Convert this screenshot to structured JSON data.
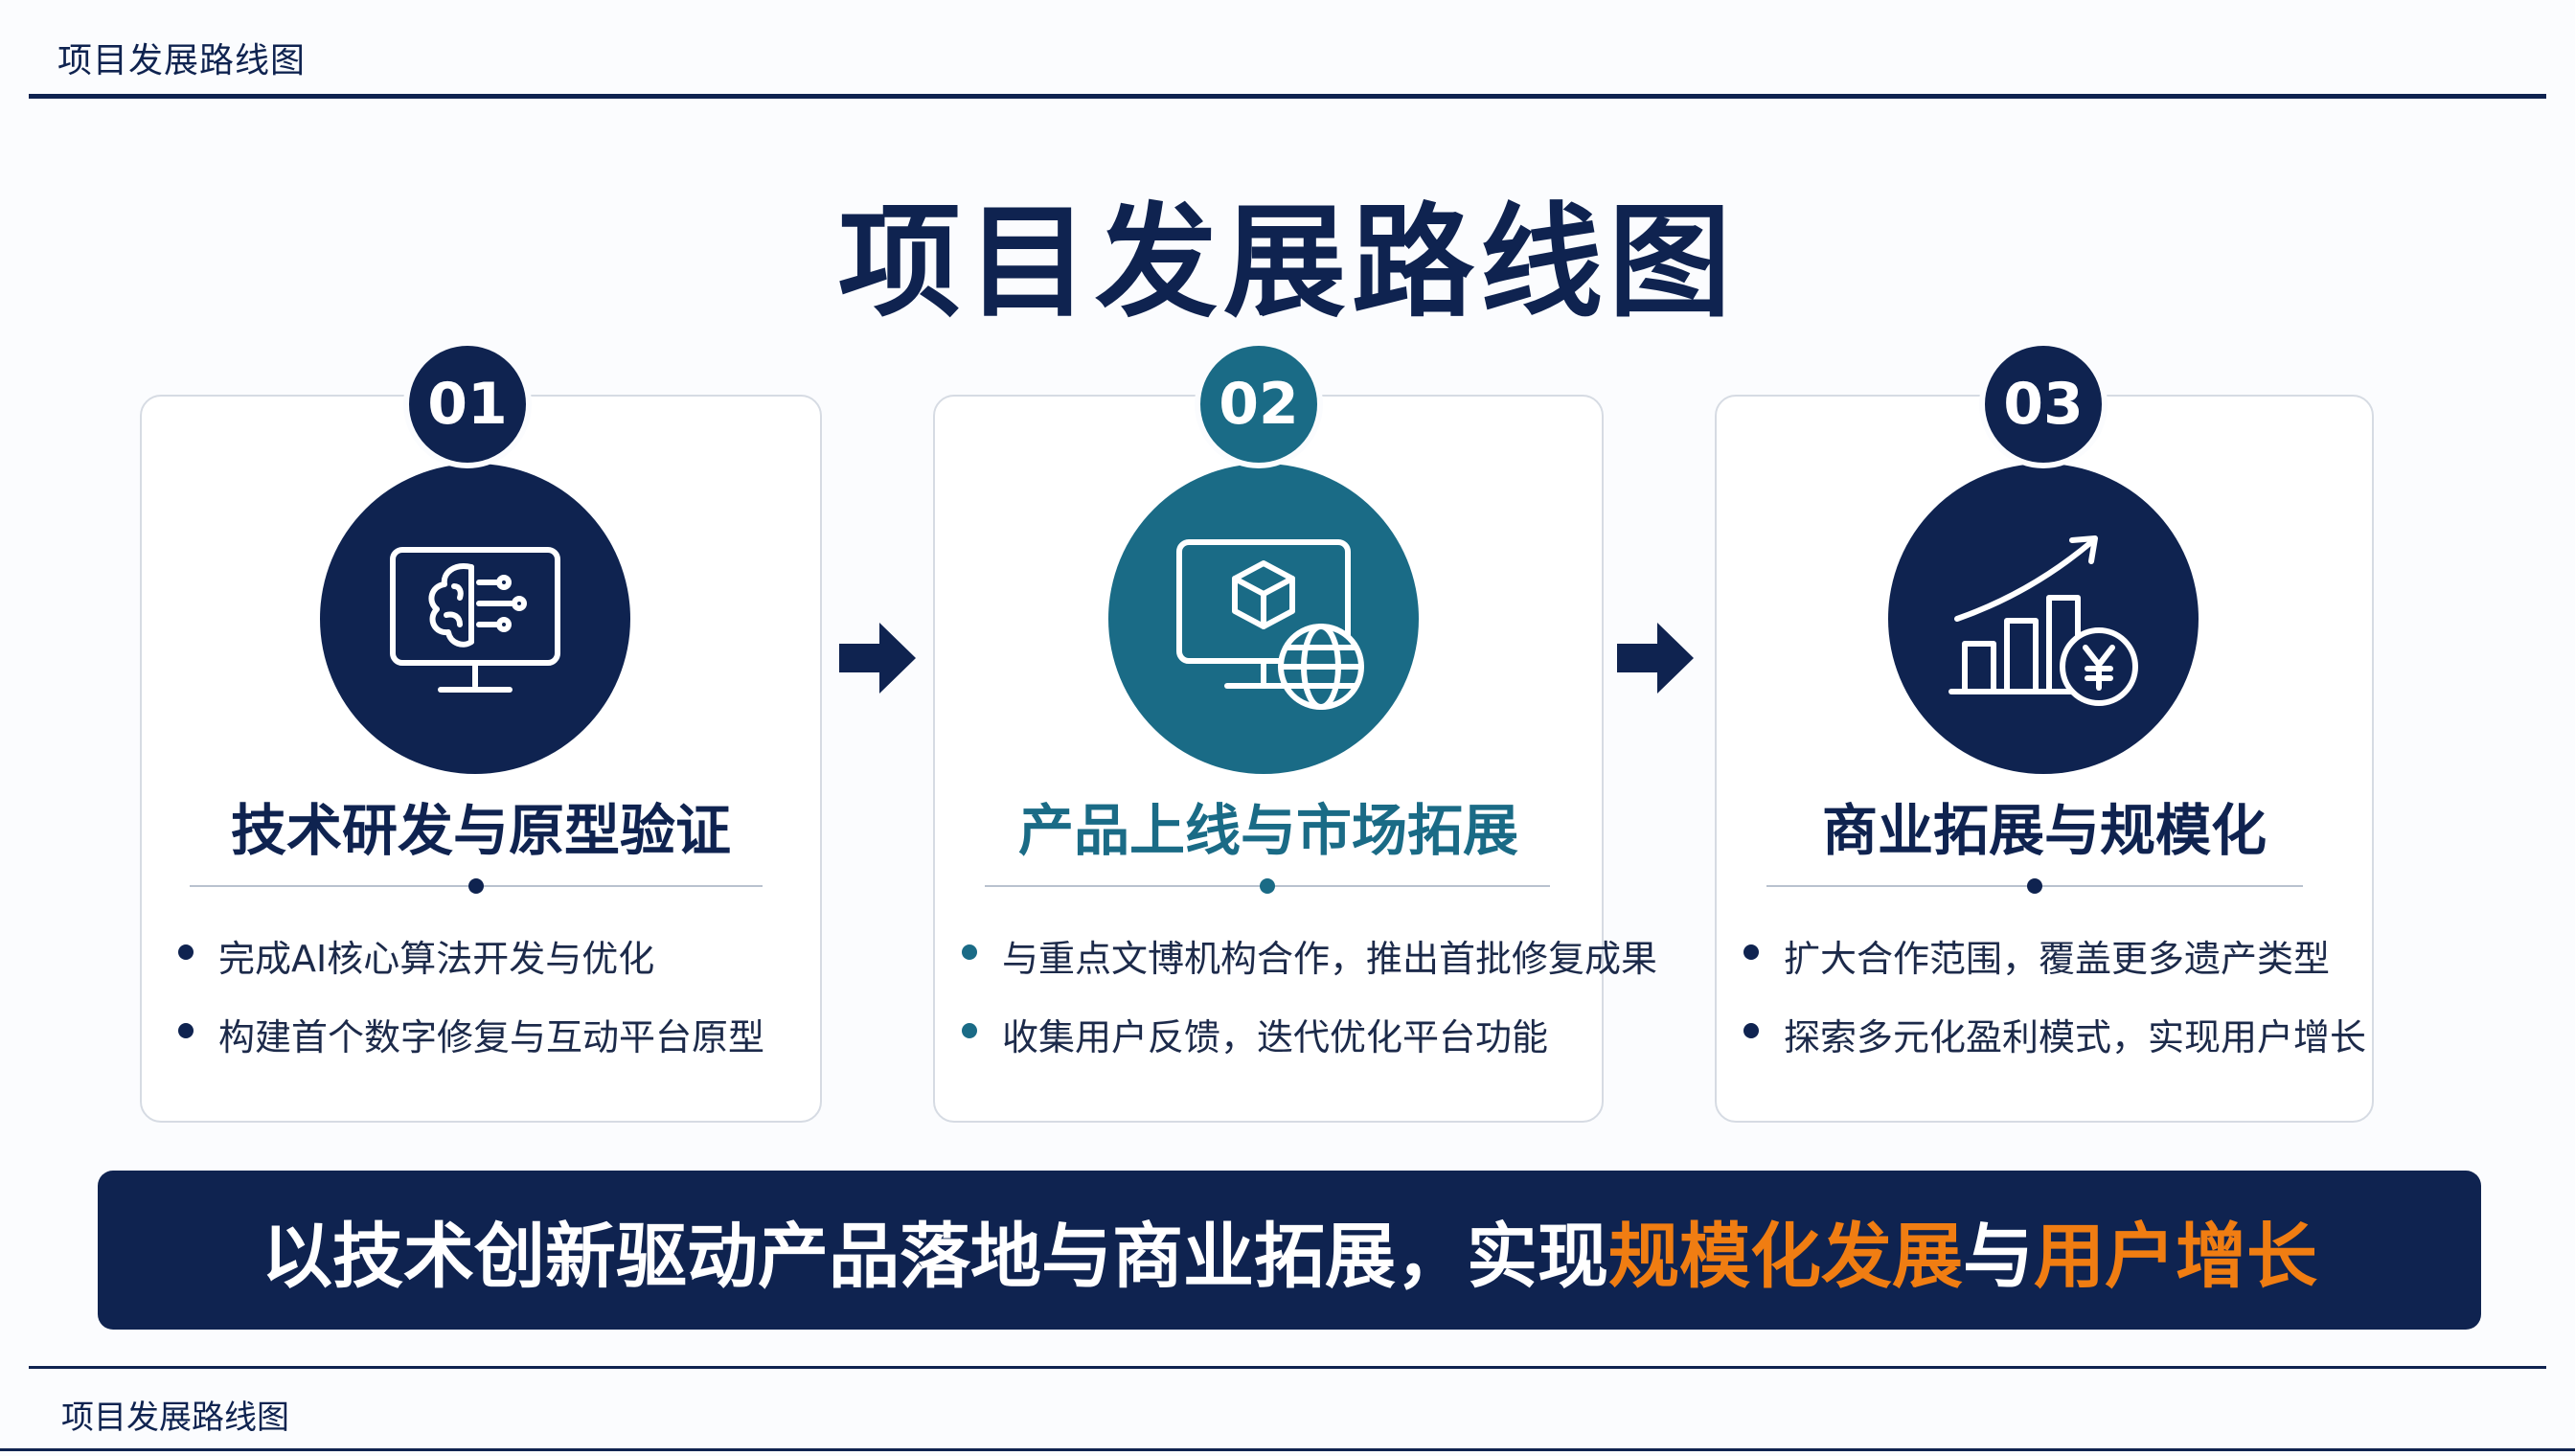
{
  "header": {
    "title": "项目发展路线图"
  },
  "main_title": "项目发展路线图",
  "steps": [
    {
      "number": "01",
      "icon": "monitor-brain-icon",
      "title": "技术研发与原型验证",
      "bullets": [
        "完成AI核心算法开发与优化",
        "构建首个数字修复与互动平台原型"
      ]
    },
    {
      "number": "02",
      "icon": "monitor-cube-globe-icon",
      "title": "产品上线与市场拓展",
      "bullets": [
        "与重点文博机构合作，推出首批修复成果",
        "收集用户反馈，迭代优化平台功能"
      ]
    },
    {
      "number": "03",
      "icon": "growth-chart-yen-icon",
      "title": "商业拓展与规模化",
      "bullets": [
        "扩大合作范围，覆盖更多遗产类型",
        "探索多元化盈利模式，实现用户增长"
      ]
    }
  ],
  "summary": {
    "part1": "以技术创新驱动产品落地与商业拓展，实现",
    "highlight1": "规模化发展",
    "part2": "与",
    "highlight2": "用户增长"
  },
  "footer": {
    "title": "项目发展路线图"
  },
  "colors": {
    "navy": "#0f2350",
    "teal": "#1a6b86",
    "orange": "#f07d12"
  }
}
